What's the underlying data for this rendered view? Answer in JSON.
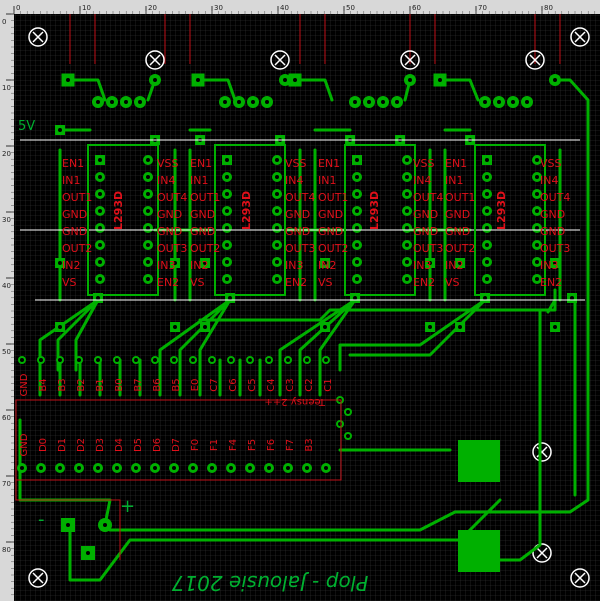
{
  "ruler": {
    "top_ticks": [
      "0",
      "10",
      "20",
      "30",
      "40",
      "50",
      "60",
      "70",
      "80"
    ],
    "left_ticks": [
      "0",
      "10",
      "20",
      "30",
      "40",
      "50",
      "60",
      "70",
      "80"
    ]
  },
  "board": {
    "supply_label": "5V",
    "chip_labels_left": [
      "EN1",
      "IN1",
      "OUT1",
      "GND",
      "GND",
      "OUT2",
      "IN2",
      "VS"
    ],
    "chip_labels_right": [
      "VSS",
      "IN4",
      "OUT4",
      "GND",
      "GND",
      "OUT3",
      "IN3",
      "EN2"
    ],
    "chip_name": "L293D",
    "connector_top_labels": [
      "GND",
      "B4",
      "B3",
      "B2",
      "B1",
      "B0",
      "B7",
      "B6",
      "B5",
      "E0",
      "C7",
      "C6",
      "C5",
      "C4",
      "C3",
      "C2",
      "C1"
    ],
    "connector_bottom_labels": [
      "GND",
      "D0",
      "D1",
      "D2",
      "D3",
      "D4",
      "D5",
      "D6",
      "D7",
      "F0",
      "F1",
      "F4",
      "F5",
      "F6",
      "F7",
      "B3"
    ],
    "teensy_label": "Teensy 2++",
    "plus_label": "+",
    "minus_label": "-",
    "title": "Plop - Jalousie 2017"
  },
  "colors": {
    "background": "#000000",
    "grid": "#3a3a3a",
    "copper": "#00b000",
    "silkscreen": "#e0101a",
    "outline": "#ffffff",
    "ruler": "#d8d8d8"
  }
}
